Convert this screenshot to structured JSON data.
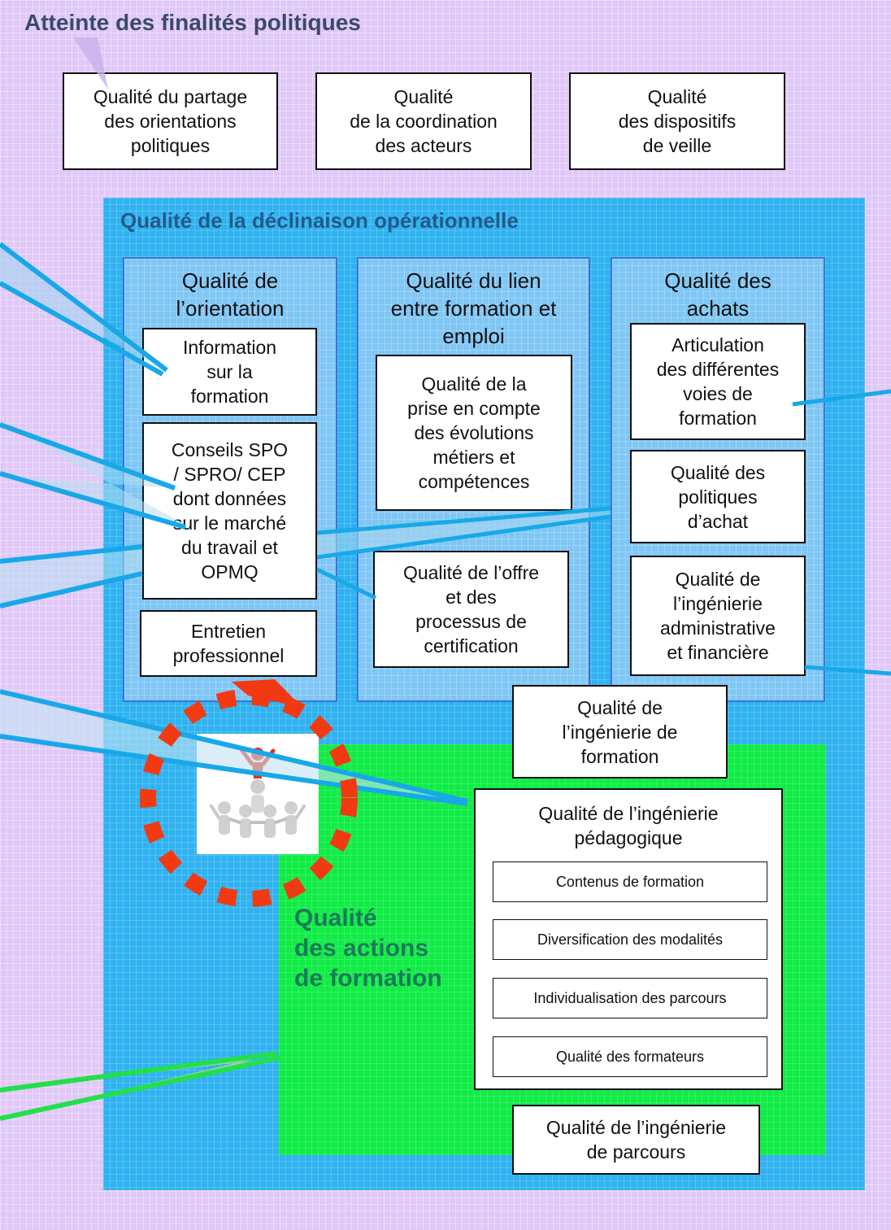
{
  "title": "Atteinte des finalités politiques",
  "top_boxes": [
    "Qualité du partage\ndes orientations\npolitiques",
    "Qualité\nde la coordination\ndes acteurs",
    "Qualité\ndes dispositifs\nde veille"
  ],
  "operational": {
    "title": "Qualité de la déclinaison opérationnelle",
    "orientation": {
      "title": "Qualité de\nl’orientation",
      "items": [
        "Information\nsur la\nformation",
        "Conseils SPO\n/ SPRO/ CEP\ndont données\nsur le marché\ndu travail et\nOPMQ",
        "Entretien\nprofessionnel"
      ]
    },
    "lien": {
      "title": "Qualité du lien\nentre formation et\nemploi",
      "items": [
        "Qualité de la\nprise en compte\ndes évolutions\nmétiers et\ncompétences",
        "Qualité de l’offre\net des\nprocessus de\ncertification"
      ]
    },
    "achats": {
      "title": "Qualité des\nachats",
      "items": [
        "Articulation\ndes différentes\nvoies de\nformation",
        "Qualité des\npolitiques\nd’achat",
        "Qualité de\nl’ingénierie\nadministrative\net financière"
      ]
    }
  },
  "ingenierie_formation": "Qualité de\nl’ingénierie de\nformation",
  "actions": {
    "title": "Qualité\ndes actions\nde formation",
    "pedagogique": {
      "title": "Qualité de l’ingénierie\npédagogique",
      "items": [
        "Contenus de formation",
        "Diversification des modalités",
        "Individualisation des parcours",
        "Qualité des formateurs"
      ]
    },
    "parcours": "Qualité de l’ingénierie\nde parcours"
  },
  "colors": {
    "background": "#e0c8f8",
    "operational": "#2fb2f0",
    "actions": "#11ec46",
    "column": "#7fc6f4",
    "column_border": "#3b74d9",
    "dashed_circle": "#f23a12",
    "people_highlight": "#e83020"
  },
  "icons": {
    "people": "people-pyramid-icon",
    "cycle": "dashed-cycle-arrow-icon"
  }
}
